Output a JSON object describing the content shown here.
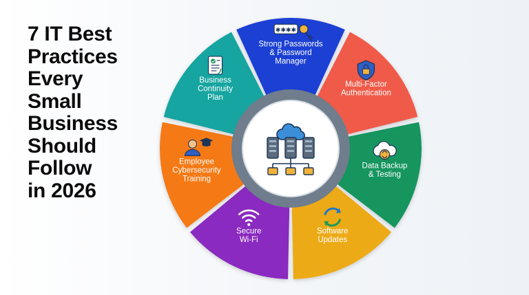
{
  "title_lines": [
    "7 IT Best",
    "Practices",
    "Every",
    "Small",
    "Business",
    "Should",
    "Follow",
    "in 2026"
  ],
  "segments": [
    {
      "id": "passwords",
      "lines": [
        "Strong Passwords",
        "& Password",
        "Manager"
      ],
      "color": "#1b3fd4",
      "icon": "key-icon"
    },
    {
      "id": "mfa",
      "lines": [
        "Multi-Factor",
        "Authentication"
      ],
      "color": "#f05a4a",
      "icon": "shield-lock-icon"
    },
    {
      "id": "backup",
      "lines": [
        "Data Backup",
        "& Testing"
      ],
      "color": "#12955e",
      "icon": "cloud-sync-icon"
    },
    {
      "id": "updates",
      "lines": [
        "Software",
        "Updates"
      ],
      "color": "#ecaa12",
      "icon": "refresh-icon"
    },
    {
      "id": "wifi",
      "lines": [
        "Secure",
        "Wi-Fi"
      ],
      "color": "#8a2cc0",
      "icon": "wifi-icon"
    },
    {
      "id": "training",
      "lines": [
        "Employee",
        "Cybersecurity",
        "Training"
      ],
      "color": "#f57a15",
      "icon": "graduation-icon"
    },
    {
      "id": "continuity",
      "lines": [
        "Business",
        "Continuity",
        "Plan"
      ],
      "color": "#15a5a0",
      "icon": "document-check-icon"
    }
  ],
  "center_icon": "cloud-server-network-icon",
  "colors": {
    "ring_inner": "#6f7d8c",
    "hub": "#ffffff"
  }
}
